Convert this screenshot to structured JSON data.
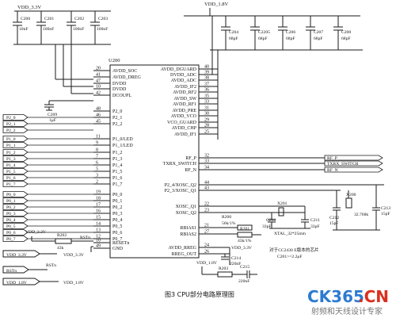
{
  "supply": {
    "vdd33": "VDD_3.3V",
    "vdd18": "VDD_1.8V"
  },
  "chip": {
    "ref": "U200",
    "left_pins": [
      {
        "name": "AVDD_SOC",
        "num": "20"
      },
      {
        "name": "AVDD_DREG",
        "num": "41"
      },
      {
        "name": "DVDD",
        "num": "47"
      },
      {
        "name": "DVDD",
        "num": "10"
      },
      {
        "name": "DCOUPL",
        "num": "42"
      },
      {
        "name": "P2_0",
        "num": "48"
      },
      {
        "name": "P2_1",
        "num": "46"
      },
      {
        "name": "P2_2",
        "num": "45"
      },
      {
        "name": "P1_0/LED",
        "num": "11"
      },
      {
        "name": "P1_1/LED",
        "num": "9"
      },
      {
        "name": "P1_2",
        "num": "8"
      },
      {
        "name": "P1_3",
        "num": "7"
      },
      {
        "name": "P1_4",
        "num": "6"
      },
      {
        "name": "P1_5",
        "num": "5"
      },
      {
        "name": "P1_6",
        "num": "3"
      },
      {
        "name": "P1_7",
        "num": "2"
      },
      {
        "name": "P0_0",
        "num": "19"
      },
      {
        "name": "P0_1",
        "num": "18"
      },
      {
        "name": "P0_2",
        "num": "17"
      },
      {
        "name": "P0_3",
        "num": "16"
      },
      {
        "name": "P0_4",
        "num": "15"
      },
      {
        "name": "P0_5",
        "num": "14"
      },
      {
        "name": "P0_6",
        "num": "13"
      },
      {
        "name": "P0_7",
        "num": "12"
      },
      {
        "name": "RESETn",
        "num": "10"
      },
      {
        "name": "GND",
        "num": "49"
      }
    ],
    "right_pins": [
      {
        "name": "AVDD_DGUARD",
        "num": "40"
      },
      {
        "name": "DVDD_ADC",
        "num": "39"
      },
      {
        "name": "AVDD_ADC",
        "num": "38"
      },
      {
        "name": "AVDD_IF2",
        "num": "37"
      },
      {
        "name": "AVDD_RF2",
        "num": "36"
      },
      {
        "name": "AVDD_SW",
        "num": "35"
      },
      {
        "name": "AVDD_RF1",
        "num": "33"
      },
      {
        "name": "AVDD_PRE",
        "num": "31"
      },
      {
        "name": "AVDD_VCO",
        "num": "30"
      },
      {
        "name": "VCO_GUARD",
        "num": "29"
      },
      {
        "name": "AVDD_CHP",
        "num": "28"
      },
      {
        "name": "AVDD_IF1",
        "num": "25"
      },
      {
        "name": "RF_P",
        "num": "32"
      },
      {
        "name": "TXRX_SWITCH",
        "num": "33"
      },
      {
        "name": "RF_N",
        "num": "34"
      },
      {
        "name": "P2_4/XOSC_Q2",
        "num": "44"
      },
      {
        "name": "P2_3/XOSC_Q1",
        "num": "43"
      },
      {
        "name": "XOSC_Q1",
        "num": "22"
      },
      {
        "name": "XOSC_Q2",
        "num": "23"
      },
      {
        "name": "RBIAS1",
        "num": "21"
      },
      {
        "name": "RBIAS2",
        "num": "27"
      },
      {
        "name": "AVDD_RREG",
        "num": "24"
      },
      {
        "name": "RREG_OUT",
        "num": "26"
      }
    ]
  },
  "top_caps": [
    {
      "ref": "C200",
      "val": "10nF"
    },
    {
      "ref": "C201",
      "val": "100nF"
    },
    {
      "ref": "C202",
      "val": "100nF"
    },
    {
      "ref": "C203",
      "val": "100nF"
    }
  ],
  "right_caps": [
    {
      "ref": "C204",
      "val": "68pF"
    },
    {
      "ref": "C2205",
      "val": "68pF"
    },
    {
      "ref": "C206",
      "val": "68pF"
    },
    {
      "ref": "C207",
      "val": "68pF"
    },
    {
      "ref": "C208",
      "val": "68pF"
    }
  ],
  "c209": {
    "ref": "C209",
    "val": "1μF"
  },
  "left_ports": [
    "P2_0",
    "P2_1",
    "P2_2",
    "P1_0",
    "P1_1",
    "P1_2",
    "P1_3",
    "P1_4",
    "P1_5",
    "P1_6",
    "P1_7",
    "P0_0",
    "P0_1",
    "P0_2",
    "P0_3",
    "P0_4",
    "P0_5",
    "P0_6",
    "P0_7"
  ],
  "rf_ports": [
    "RF_P",
    "TXRX_SWITCH",
    "RF_N"
  ],
  "reset": {
    "vdd": "VDD_3.3V",
    "r_ref": "R202",
    "r_val": "43k",
    "rst": "RSTn",
    "port_vdd": "VDD_3.3V",
    "port_rst": "RSTn",
    "port_vdd18": "VDD_1.8V"
  },
  "xtal1": {
    "ref": "X201",
    "c1": "C210",
    "c1v": "33pF",
    "c2": "C211",
    "c2v": "33pF",
    "label": "XTAL_32*25mm"
  },
  "xtal2": {
    "ref": "X200",
    "c1": "C212",
    "c1v": "15pF",
    "c2": "C213",
    "c2v": "15pF",
    "freq": "32.768k"
  },
  "r200": {
    "ref": "R200",
    "val": "56k/1%"
  },
  "r201": {
    "ref": "R201",
    "val": "43k/1%"
  },
  "c214": {
    "ref": "C214",
    "val": "220nF"
  },
  "r203": {
    "ref": "R203",
    "val": ""
  },
  "c215": {
    "ref": "C215",
    "val": "220nF"
  },
  "rreg_vdd": "VDD_3.3V",
  "rreg_vdd18": "VDD_1.8V",
  "note_line1": "对于CC2430 E版本的芯片",
  "note_line2": "C201>=2.2μF",
  "caption": "图3   CPU部分电路原理图",
  "watermark": {
    "site_a": "CK365",
    "site_b": ".CN",
    "slogan": "射频和天线设计专家"
  }
}
